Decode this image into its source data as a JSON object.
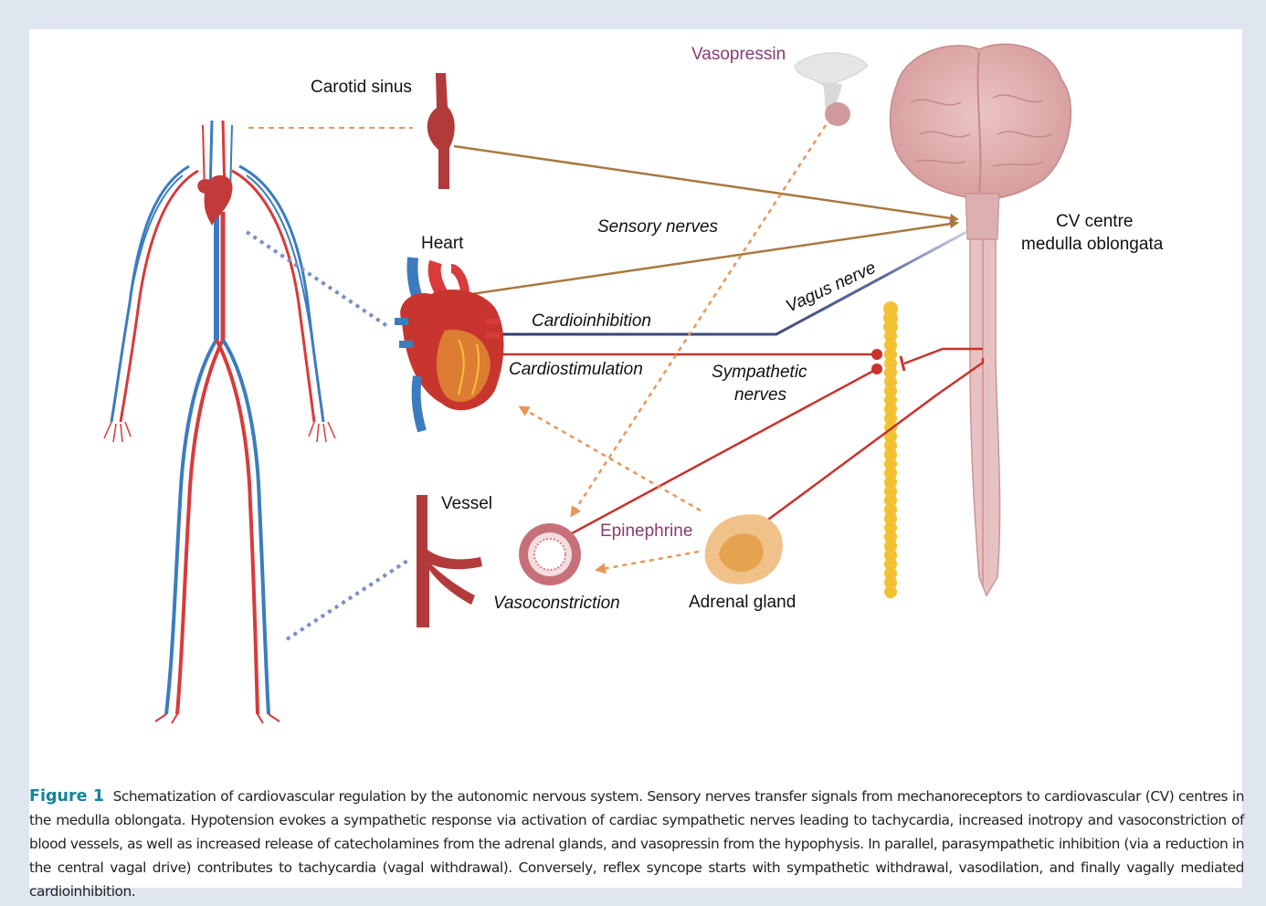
{
  "labels": {
    "carotid_sinus": "Carotid sinus",
    "vasopressin": "Vasopressin",
    "heart": "Heart",
    "sensory_nerves": "Sensory nerves",
    "cv_centre_line1": "CV centre",
    "cv_centre_line2": "medulla oblongata",
    "vagus_nerve": "Vagus nerve",
    "cardioinhibition": "Cardioinhibition",
    "cardiostimulation": "Cardiostimulation",
    "sympathetic_line1": "Sympathetic",
    "sympathetic_line2": "nerves",
    "vessel": "Vessel",
    "epinephrine": "Epinephrine",
    "vasoconstriction": "Vasoconstriction",
    "adrenal_gland": "Adrenal gland"
  },
  "caption": {
    "label": "Figure 1",
    "text": "Schematization of cardiovascular regulation by the autonomic nervous system. Sensory nerves transfer signals from mechanoreceptors to cardiovascular (CV) centres in the medulla oblongata. Hypotension evokes a sympathetic response via activation of cardiac sympathetic nerves leading to tachycardia, increased inotropy and vasoconstriction of blood vessels, as well as increased release of catecholamines from the adrenal glands, and vasopressin from the hypophysis. In parallel, parasympathetic inhibition (via a reduction in the central vagal drive) contributes to tachycardia (vagal withdrawal). Conversely, reflex syncope starts with sympathetic withdrawal, vasodilation, and finally vagally mediated cardioinhibition."
  },
  "colors": {
    "sensory": "#a8793f",
    "vagus": "#2b3a6b",
    "sympathetic": "#c8322c",
    "hormone": "#e8955a",
    "connector": "#7b8fc4",
    "accent_label": "#8b3a6e",
    "caption_label": "#12849b"
  }
}
